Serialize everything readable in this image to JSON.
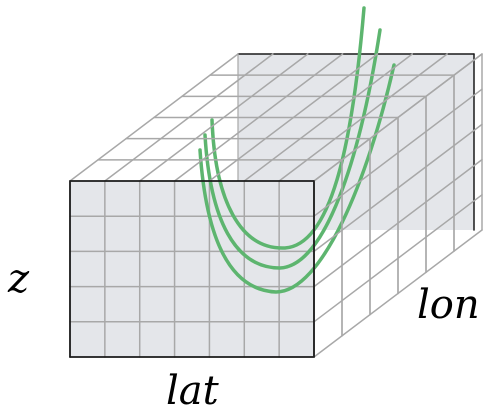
{
  "labels": {
    "z": "z",
    "lat": "lat",
    "lon": "lon"
  },
  "colors": {
    "face_fill": "#e4e6ea",
    "grid_line": "#a8a8a8",
    "edge_line": "#1a1a1a",
    "curve": "#5db56f",
    "background": "#ffffff"
  },
  "grid": {
    "lat_cells": 7,
    "z_cells": 5,
    "lon_cells": 6
  },
  "curves": {
    "count": 3,
    "color_name": "green"
  }
}
